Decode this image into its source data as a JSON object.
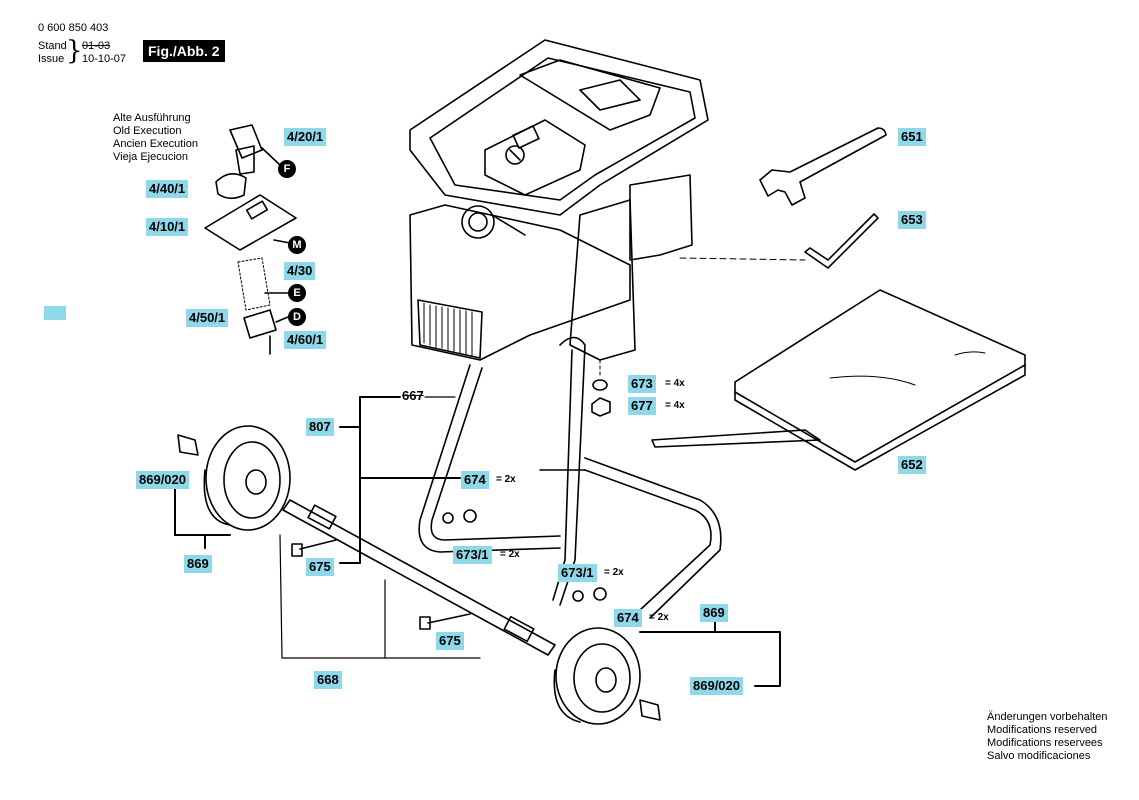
{
  "header": {
    "doc_number": "0 600 850 403",
    "stand_label": "Stand",
    "issue_label": "Issue",
    "old_date": "01-03",
    "new_date": "10-10-07",
    "figure_label": "Fig./Abb. 2"
  },
  "old_execution": {
    "lines": [
      "Alte Ausführung",
      "Old Execution",
      "Ancien Execution",
      "Vieja Ejecucion"
    ]
  },
  "parts": {
    "p4_20_1": "4/20/1",
    "p4_40_1": "4/40/1",
    "p4_10_1": "4/10/1",
    "p4_30": "4/30",
    "p4_50_1": "4/50/1",
    "p4_60_1": "4/60/1",
    "p651": "651",
    "p653": "653",
    "p652": "652",
    "p673": "673",
    "p677": "677",
    "p667": "667",
    "p807": "807",
    "p674a": "674",
    "p673_1a": "673/1",
    "p869_020a": "869/020",
    "p869a": "869",
    "p675a": "675",
    "p673_1b": "673/1",
    "p674b": "674",
    "p675b": "675",
    "p668": "668",
    "p869b": "869",
    "p869_020b": "869/020"
  },
  "quantities": {
    "q673": "= 4x",
    "q677": "= 4x",
    "q674a": "= 2x",
    "q673_1a": "= 2x",
    "q673_1b": "= 2x",
    "q674b": "= 2x"
  },
  "circle_markers": {
    "f": "F",
    "m": "M",
    "e": "E",
    "d": "D"
  },
  "notes": {
    "lines": [
      "Änderungen vorbehalten",
      "Modifications reserved",
      "Modifications reservees",
      "Salvo modificaciones"
    ]
  },
  "colors": {
    "callout_bg": "#8fd8ea"
  }
}
